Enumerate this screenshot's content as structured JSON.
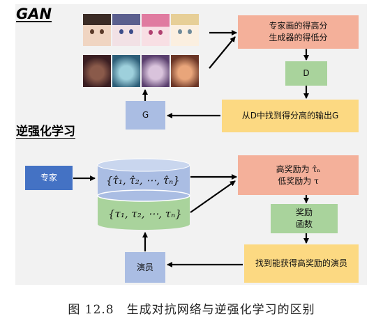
{
  "sections": {
    "gan_title": "GAN",
    "irl_title": "逆强化学习"
  },
  "gan": {
    "expert_box": [
      "专家画的得高分",
      "生成器的得低分"
    ],
    "d_box": "D",
    "find_box": "从D中找到得分高的输出G",
    "g_box": "G"
  },
  "irl": {
    "expert": "专家",
    "reward_box": [
      "高奖励为 τ̂ₙ",
      "低奖励为 τ"
    ],
    "reward_func": [
      "奖励",
      "函数"
    ],
    "find_box": "找到能获得高奖励的演员",
    "actor": "演员",
    "cyl_top": "{τ̂₁, τ̂₂, ⋯, τ̂ₙ}",
    "cyl_bottom": "{τ₁, τ₂, ⋯, τₙ}"
  },
  "caption": "图 12.8　生成对抗网络与逆强化学习的区别",
  "colors": {
    "salmon": "#f4b09a",
    "green": "#a9d39c",
    "blue": "#aabde3",
    "yellow": "#fcd982",
    "expert_blue": "#4472c4"
  }
}
